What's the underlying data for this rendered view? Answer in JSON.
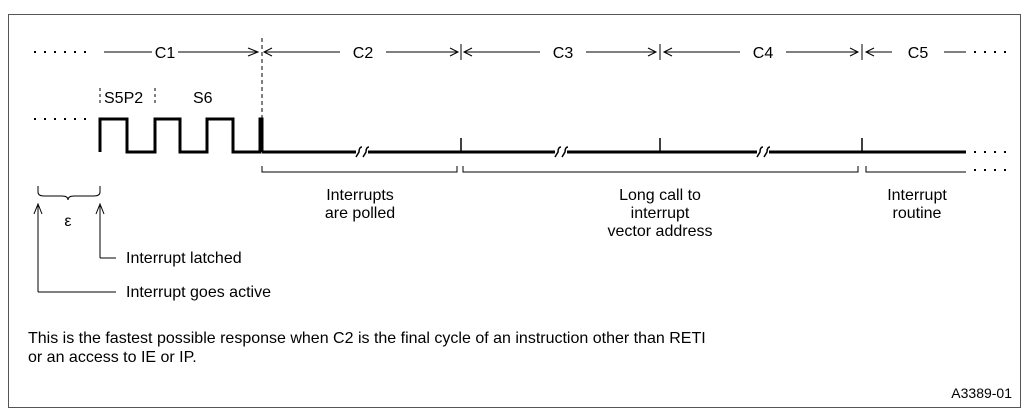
{
  "cycles": {
    "c1": "C1",
    "c2": "C2",
    "c3": "C3",
    "c4": "C4",
    "c5": "C5"
  },
  "states": {
    "s5p2": "S5P2",
    "s6": "S6"
  },
  "phases": {
    "polled_line1": "Interrupts",
    "polled_line2": "are polled",
    "longcall_line1": "Long call to",
    "longcall_line2": "interrupt",
    "longcall_line3": "vector address",
    "routine_line1": "Interrupt",
    "routine_line2": "routine"
  },
  "events": {
    "epsilon": "ε",
    "latched": "Interrupt latched",
    "active": "Interrupt goes active"
  },
  "note": {
    "line1": "This is the fastest possible response when C2 is the final cycle of an instruction other than RETI",
    "line2": "or an access to IE or IP."
  },
  "figure_id": "A3389-01",
  "colors": {
    "ink": "#000000",
    "frame": "#555555",
    "background": "#ffffff"
  }
}
